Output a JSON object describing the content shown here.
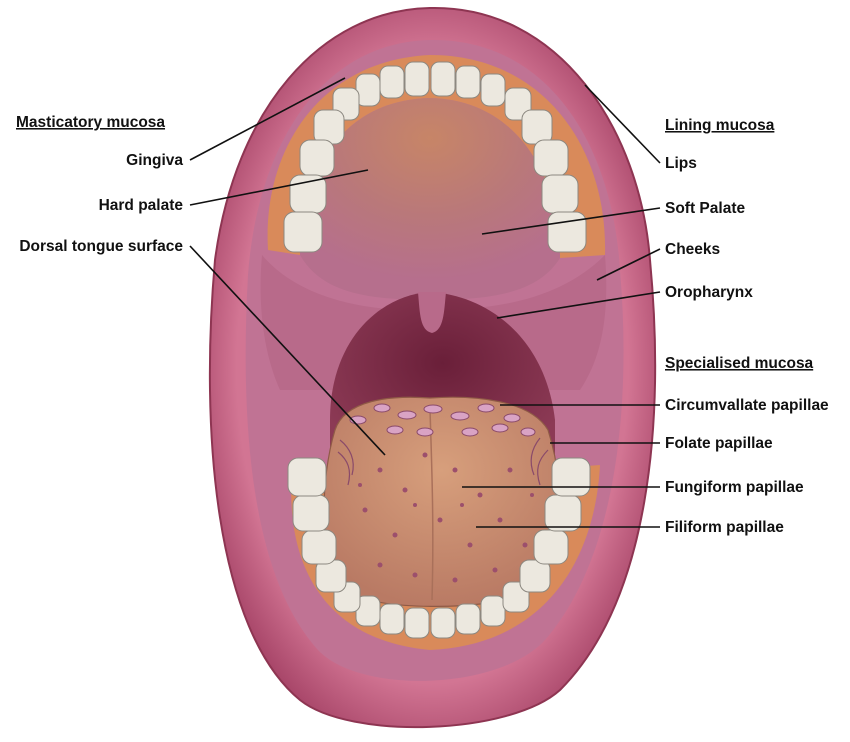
{
  "headings": {
    "masticatory": "Masticatory mucosa",
    "lining": "Lining mucosa",
    "specialised": "Specialised mucosa"
  },
  "labels": {
    "gingiva": "Gingiva",
    "hard_palate": "Hard palate",
    "dorsal_tongue": "Dorsal tongue surface",
    "lips": "Lips",
    "soft_palate": "Soft Palate",
    "cheeks": "Cheeks",
    "oropharynx": "Oropharynx",
    "circumvallate": "Circumvallate papillae",
    "folate": "Folate papillae",
    "fungiform": "Fungiform papillae",
    "filiform": "Filiform papillae"
  },
  "colors": {
    "lip": "#c8607f",
    "lip_dark": "#8e3552",
    "gum": "#d98a5a",
    "palate": "#c98a6a",
    "mucosa": "#b86a8a",
    "throat": "#7a2a45",
    "tongue": "#c98a68",
    "tooth": "#ece8df",
    "papilla": "#d9a3c4"
  }
}
